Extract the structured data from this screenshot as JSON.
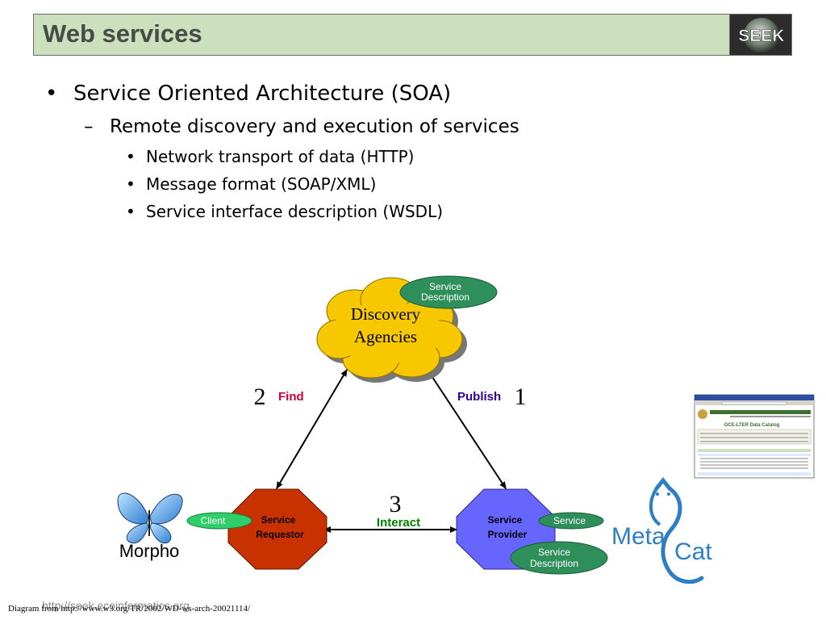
{
  "slide": {
    "title": "Web services",
    "logo_text": "SEEK"
  },
  "bullets": {
    "level1": "Service Oriented Architecture (SOA)",
    "level2": "Remote discovery and execution of services",
    "level3": [
      "Network transport of data (HTTP)",
      "Message format (SOAP/XML)",
      "Service interface description (WSDL)"
    ],
    "marker1": "•",
    "marker2": "–",
    "marker3": "•"
  },
  "diagram": {
    "discovery_line1": "Discovery",
    "discovery_line2": "Agencies",
    "service_description_top": [
      "Service",
      "Description"
    ],
    "find_number": "2",
    "find_label": "Find",
    "publish_number": "1",
    "publish_label": "Publish",
    "interact_number": "3",
    "interact_label": "Interact",
    "requestor_line1": "Service",
    "requestor_line2": "Requestor",
    "provider_line1": "Service",
    "provider_line2": "Provider",
    "client_label": "Client",
    "service_label": "Service",
    "service_description_bottom": [
      "Service",
      "Description"
    ],
    "morpho_label": "Morpho",
    "metacat_meta": "Meta",
    "metacat_cat": "Cat",
    "catalog_title": "GCE-LTER Data Catalog"
  },
  "footer": {
    "url": "http://seek.ecoinformatics.org",
    "source": "Diagram from http://www.w3.org/TR/2002/WD-ws-arch-20021114/"
  },
  "colors": {
    "title_bg": "#cce0bd",
    "title_text": "#474b45",
    "cloud": "#f7c800",
    "requestor": "#c83200",
    "provider": "#6666ff",
    "oval_green": "#2f8f5b",
    "client_green": "#2fce6b",
    "find_red": "#cc0033",
    "publish_purple": "#330099",
    "interact_green": "#008000",
    "metacat_blue": "#2c7fc4"
  }
}
